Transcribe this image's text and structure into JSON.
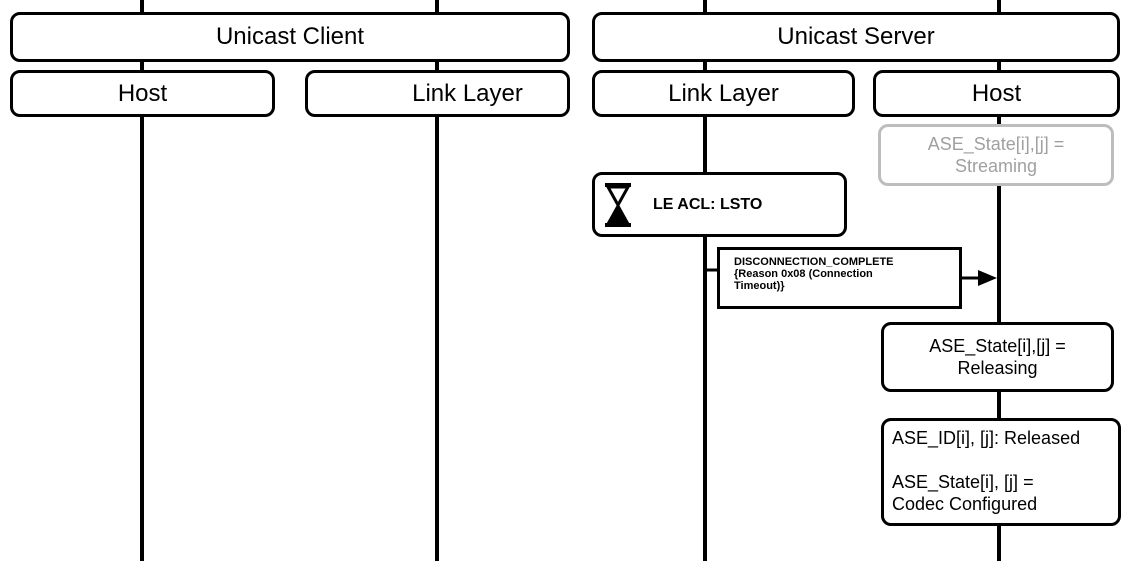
{
  "header": {
    "client": "Unicast Client",
    "server": "Unicast Server"
  },
  "lanes": {
    "client_host": "Host",
    "client_link": "Link Layer",
    "server_link": "Link Layer",
    "server_host": "Host"
  },
  "states": {
    "streaming": "ASE_State[i],[j] =\nStreaming",
    "releasing": "ASE_State[i],[j] =\nReleasing"
  },
  "timer": {
    "label": "LE ACL: LSTO",
    "icon": "hourglass-icon"
  },
  "message": {
    "text": "DISCONNECTION_COMPLETE\n{Reason 0x08 (Connection\nTimeout)}"
  },
  "release_box": {
    "line1": "ASE_ID[i], [j]: Released",
    "line2": "ASE_State[i], [j] =",
    "line3": "Codec Configured"
  },
  "colors": {
    "line": "#000000",
    "faded": "#a0a0a0"
  }
}
